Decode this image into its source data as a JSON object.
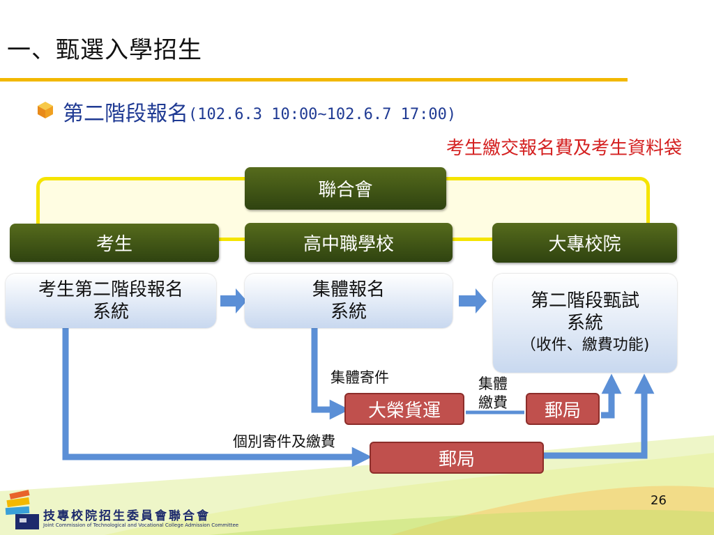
{
  "slide": {
    "title": "一、甄選入學招生",
    "subtitle_main": "第二階段報名",
    "subtitle_date": "(102.6.3 10:00~102.6.7 17:00)",
    "note": "考生繳交報名費及考生資料袋",
    "page_number": "26"
  },
  "diagram": {
    "top_node": "聯合會",
    "header_nodes": [
      "考生",
      "高中職學校",
      "大專校院"
    ],
    "system_nodes": [
      {
        "line1": "考生第二階段報名",
        "line2": "系統"
      },
      {
        "line1": "集體報名",
        "line2": "系統"
      },
      {
        "line1": "第二階段甄試",
        "line2": "系統",
        "line3": "（收件、繳費功能)"
      }
    ],
    "red_nodes": [
      "大榮貨運",
      "郵局",
      "郵局"
    ],
    "labels": {
      "group_mail": "集體寄件",
      "group_pay_1": "集體",
      "group_pay_2": "繳費",
      "individual": "個別寄件及繳費"
    }
  },
  "footer": {
    "org_name": "技專校院招生委員會聯合會",
    "org_name_en": "Joint Commission of Technological and Vocational College Admission Committee"
  },
  "colors": {
    "accent_rule": "#f2b800",
    "dark_green": "#3b5214",
    "blue_flow": "#5b8fd6",
    "red_box": "#c0504d",
    "yellow_frame": "#f5e400"
  }
}
